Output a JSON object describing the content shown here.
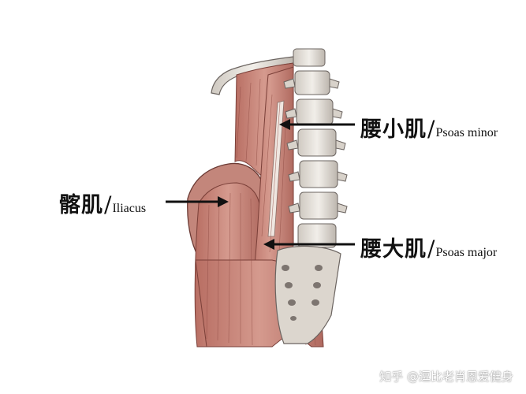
{
  "labels": {
    "psoas_minor": {
      "zh": "腰小肌",
      "en": "Psoas minor"
    },
    "iliacus": {
      "zh": "髂肌",
      "en": "Iliacus"
    },
    "psoas_major": {
      "zh": "腰大肌",
      "en": "Psoas major"
    }
  },
  "watermark": "知乎 @逗比老肖恩爱健身",
  "colors": {
    "muscle": "#c98a7e",
    "muscle_dark": "#a25a50",
    "bone": "#e7e3dc",
    "bone_shadow": "#9b9591",
    "arrow": "#111111"
  }
}
